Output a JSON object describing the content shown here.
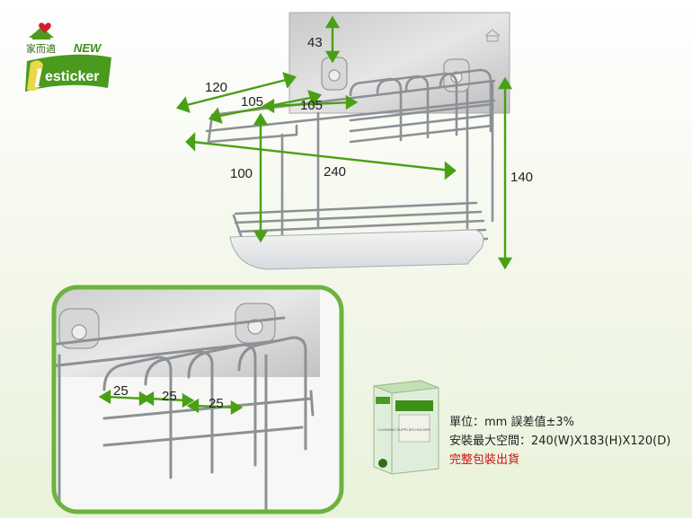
{
  "brand": {
    "name": "家而適",
    "badge": "NEW",
    "product_line": "esticker",
    "colors": {
      "green": "#4a9a1e",
      "dark_green": "#2f6f12",
      "red": "#d0202a"
    }
  },
  "dimensions": {
    "depth": "120",
    "basket_width": "105",
    "shelf_depth": "105",
    "plate_height": "43",
    "gap_height": "100",
    "width": "240",
    "total_height": "140",
    "slot_1": "25",
    "slot_2": "25",
    "slot_3": "25"
  },
  "specs": {
    "unit_line": "單位：mm 誤差值±3%",
    "space_line": "安裝最大空間：240(W)X183(H)X120(D)",
    "package_line": "完整包裝出貨"
  },
  "package_box": {
    "title": "CLEANING SUPPLIES HOLDER"
  }
}
